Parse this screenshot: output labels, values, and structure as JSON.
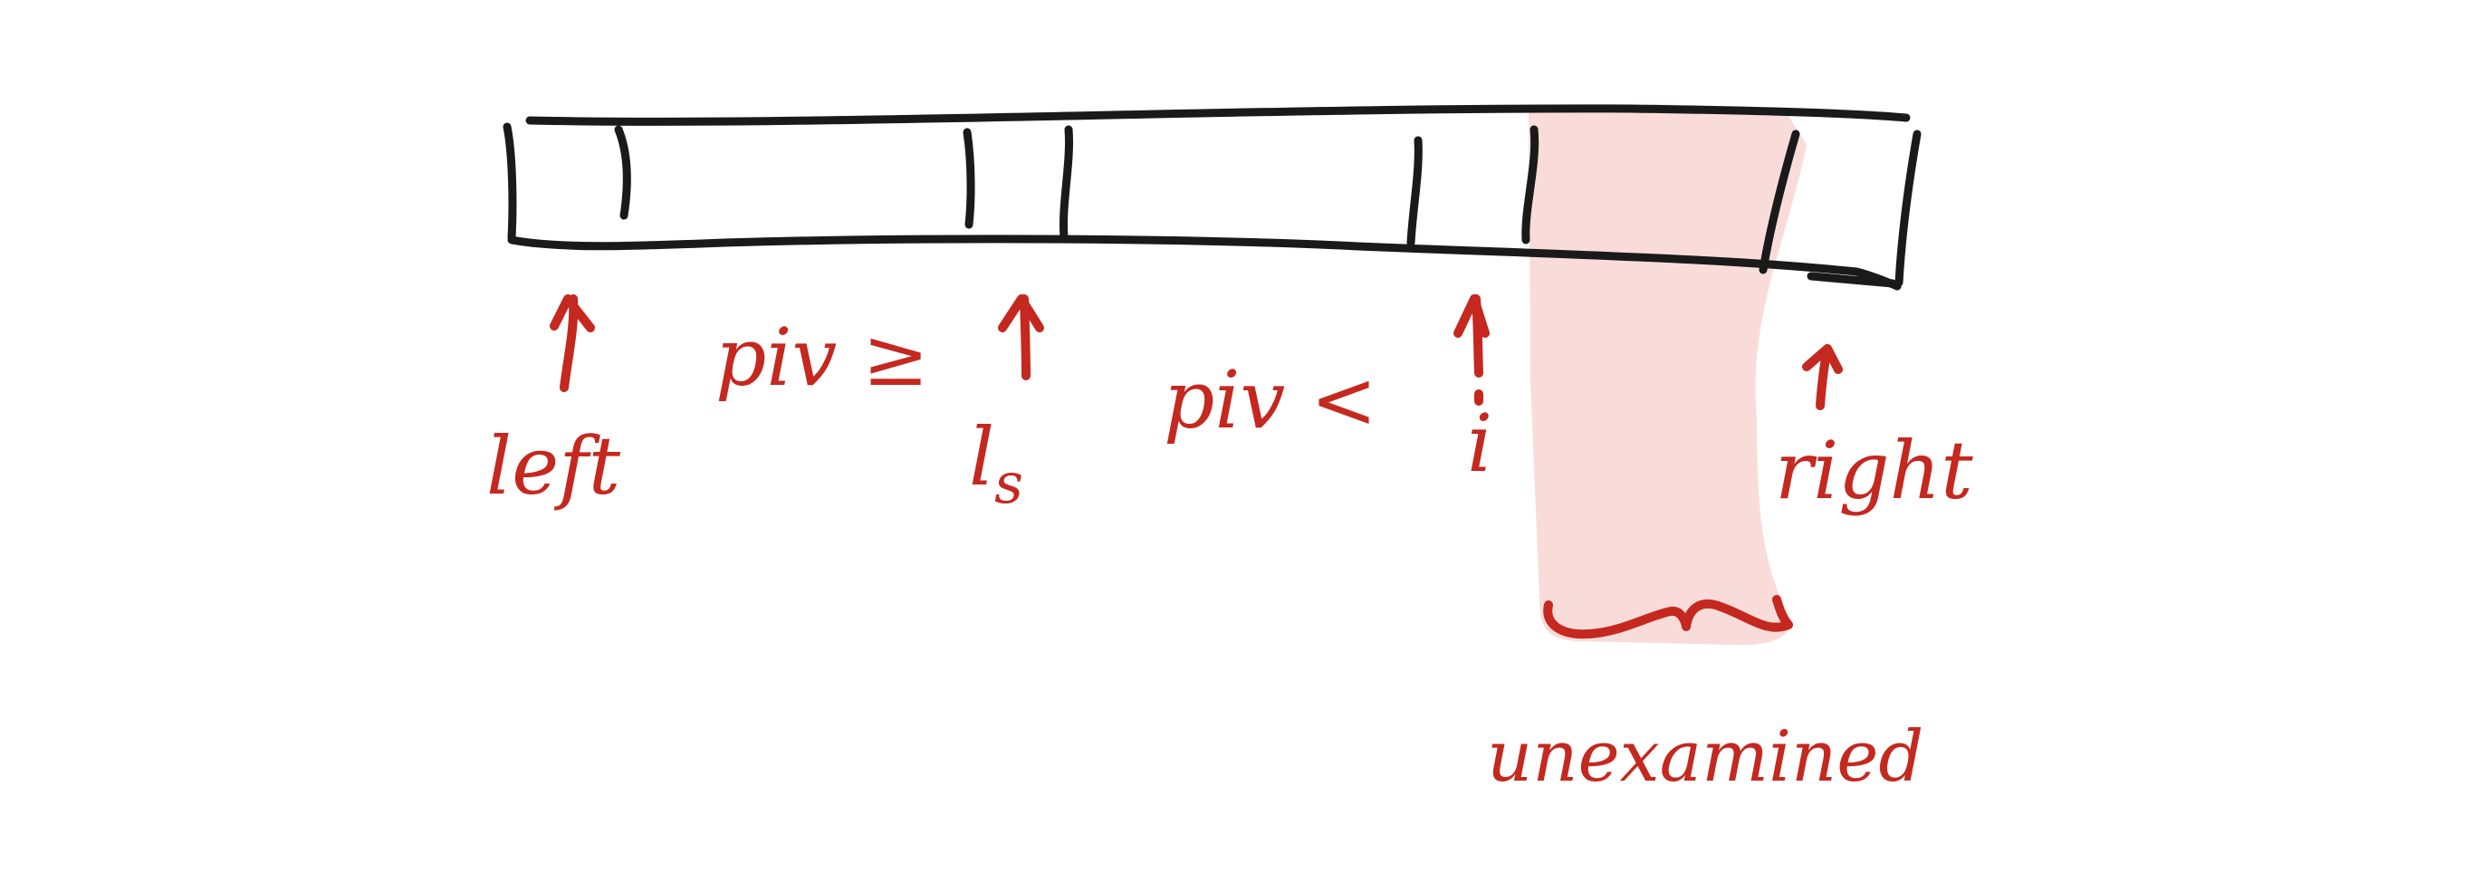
{
  "labels": {
    "left": "left",
    "piv_ge": "piv ≥",
    "ls": "l",
    "ls_sub": "s",
    "piv_lt": "piv <",
    "i": "i",
    "right": "right",
    "unexamined": "unexamined"
  },
  "colors": {
    "ink": "#1a1a1a",
    "annotation": "#c4281f",
    "highlight": "#f9dcd9"
  }
}
